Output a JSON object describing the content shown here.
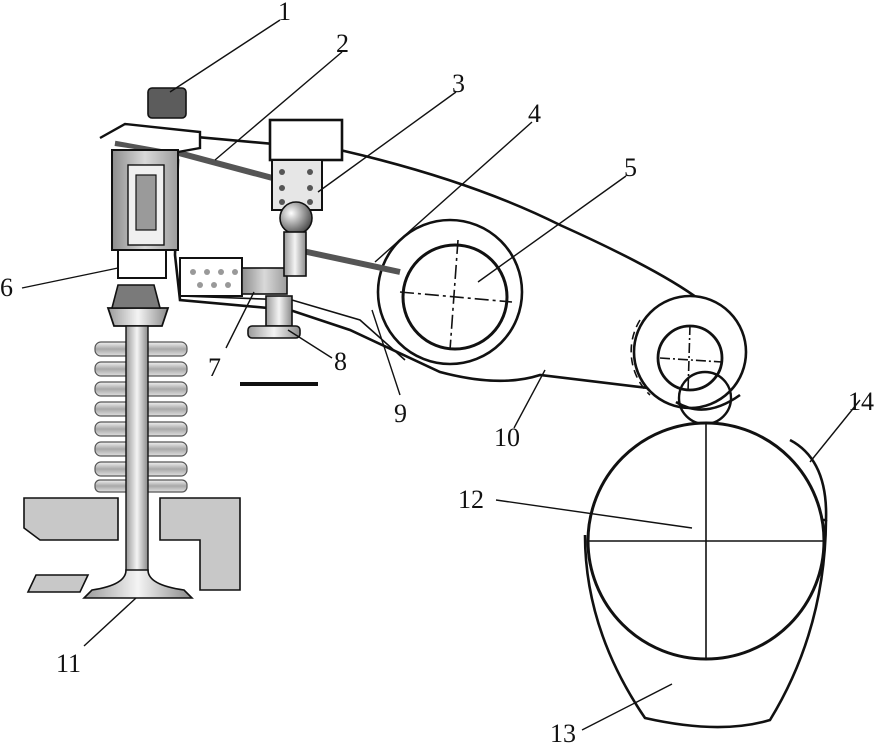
{
  "labels": {
    "l1": "1",
    "l2": "2",
    "l3": "3",
    "l4": "4",
    "l5": "5",
    "l6": "6",
    "l7": "7",
    "l8": "8",
    "l9": "9",
    "l10": "10",
    "l11": "11",
    "l12": "12",
    "l13": "13",
    "l14": "14"
  },
  "colors": {
    "line": "#111111",
    "metal_light": "#e6e6e6",
    "metal_mid": "#bdbdbd",
    "metal_dark": "#6d6d6d",
    "background": "#ffffff"
  }
}
